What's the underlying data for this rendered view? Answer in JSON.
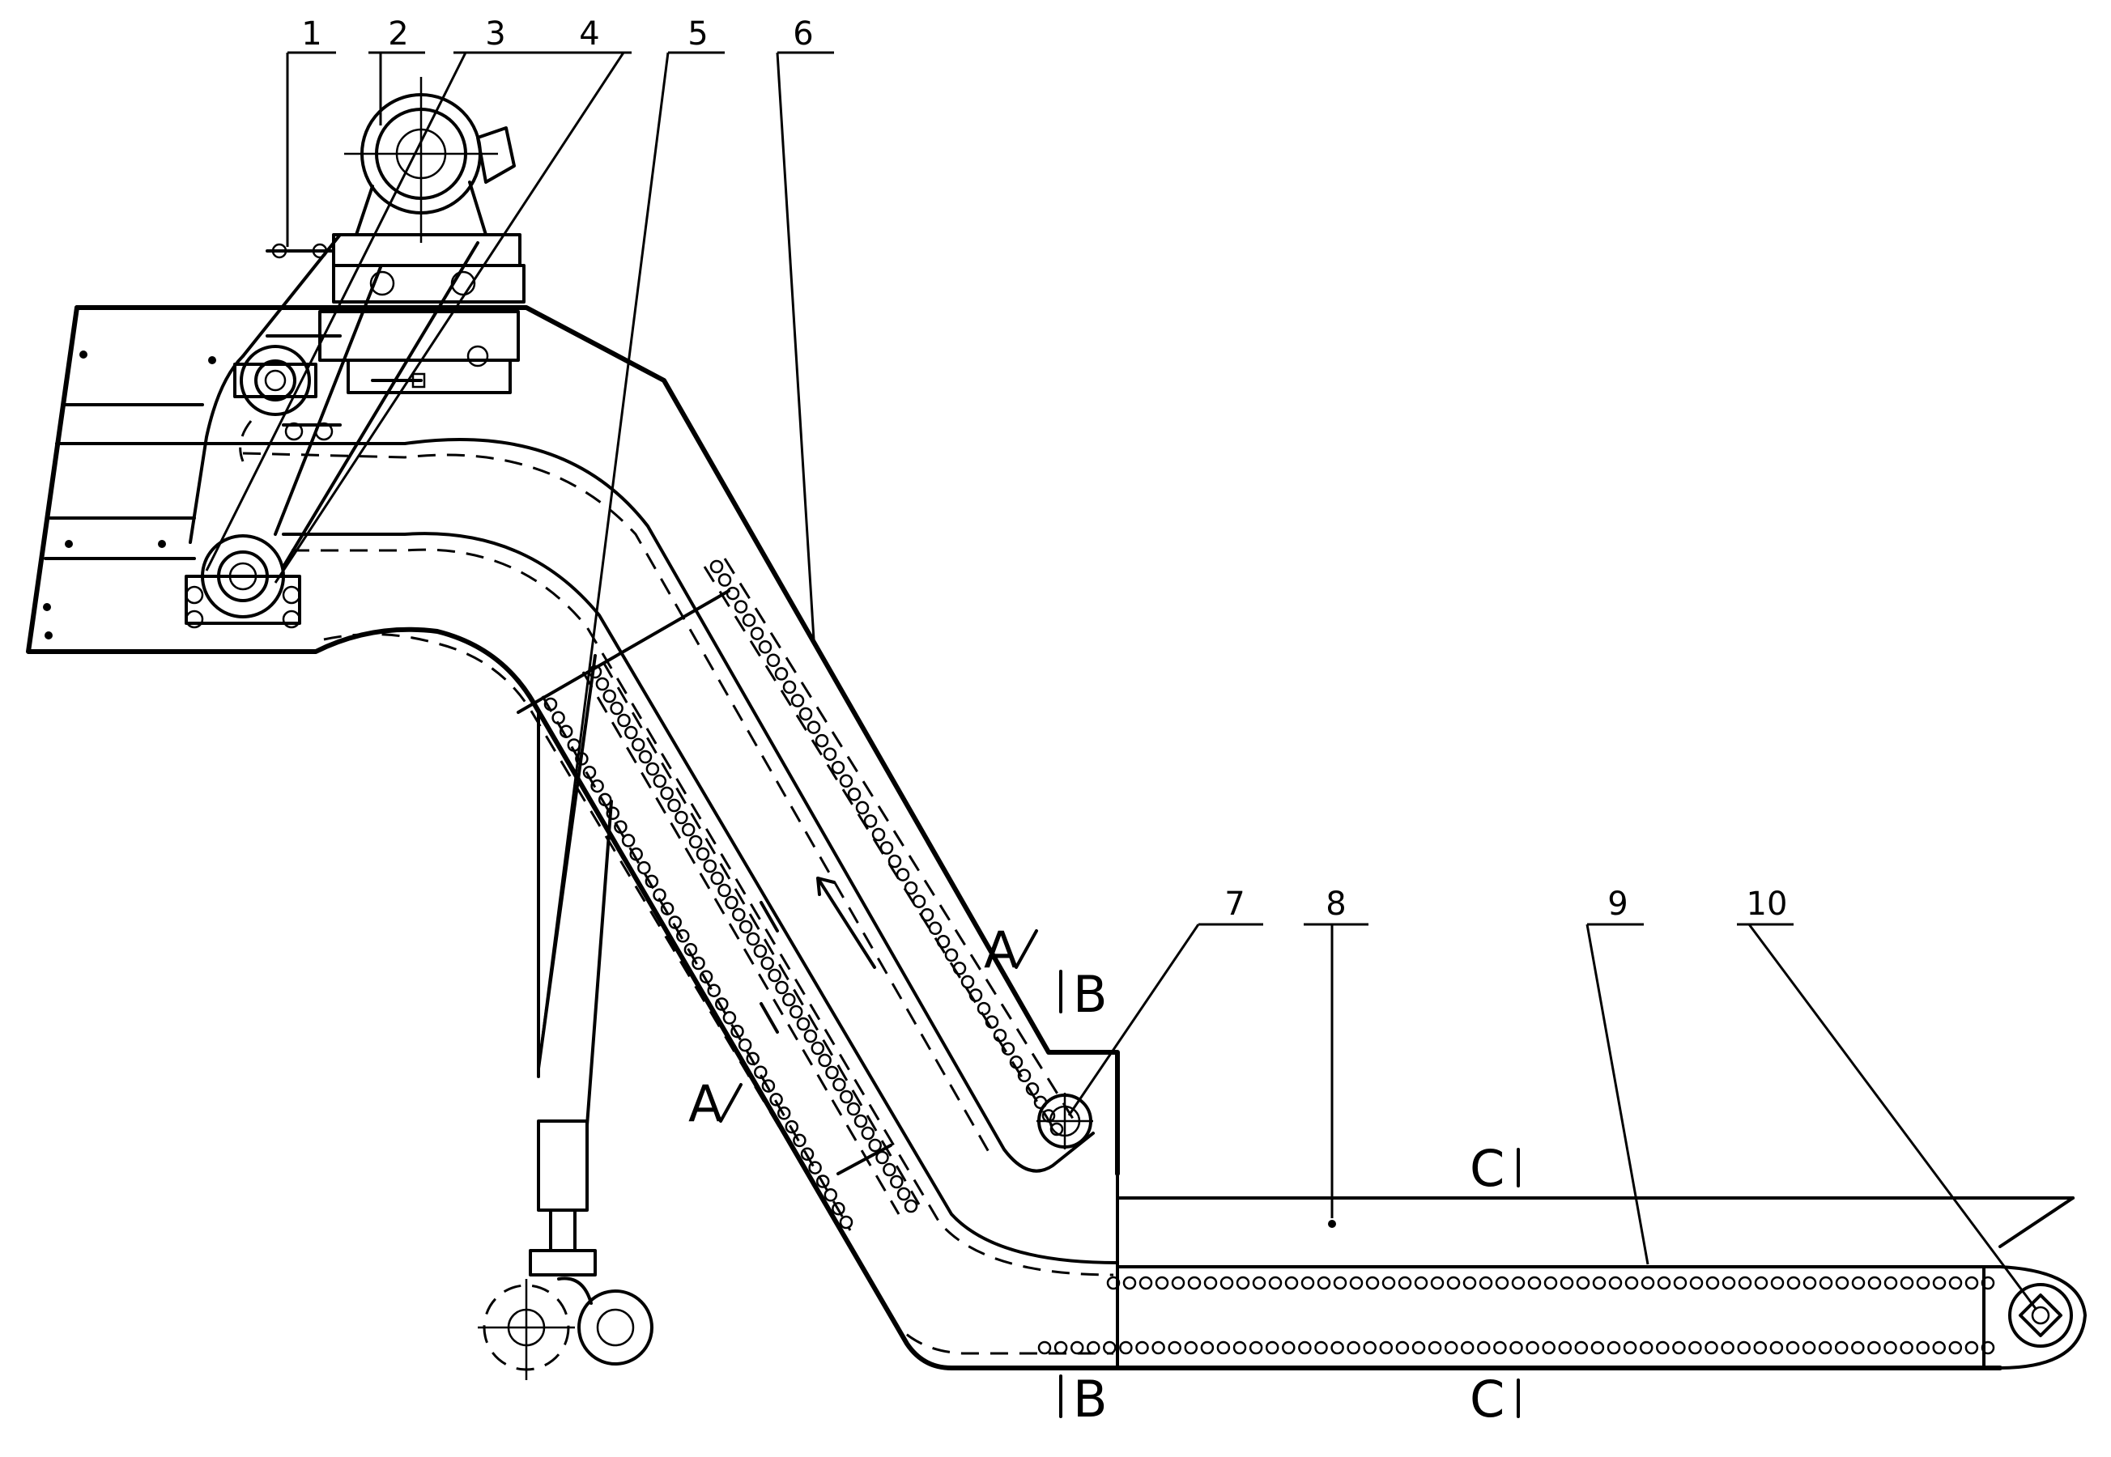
{
  "callouts": [
    {
      "id": "1",
      "label": "1"
    },
    {
      "id": "2",
      "label": "2"
    },
    {
      "id": "3",
      "label": "3"
    },
    {
      "id": "4",
      "label": "4"
    },
    {
      "id": "5",
      "label": "5"
    },
    {
      "id": "6",
      "label": "6"
    },
    {
      "id": "7",
      "label": "7"
    },
    {
      "id": "8",
      "label": "8"
    },
    {
      "id": "9",
      "label": "9"
    },
    {
      "id": "10",
      "label": "10"
    }
  ],
  "section_marks": {
    "a_upper": "A",
    "a_lower": "A",
    "b_upper": "B",
    "b_lower": "B",
    "c_upper": "C",
    "c_lower": "C"
  }
}
